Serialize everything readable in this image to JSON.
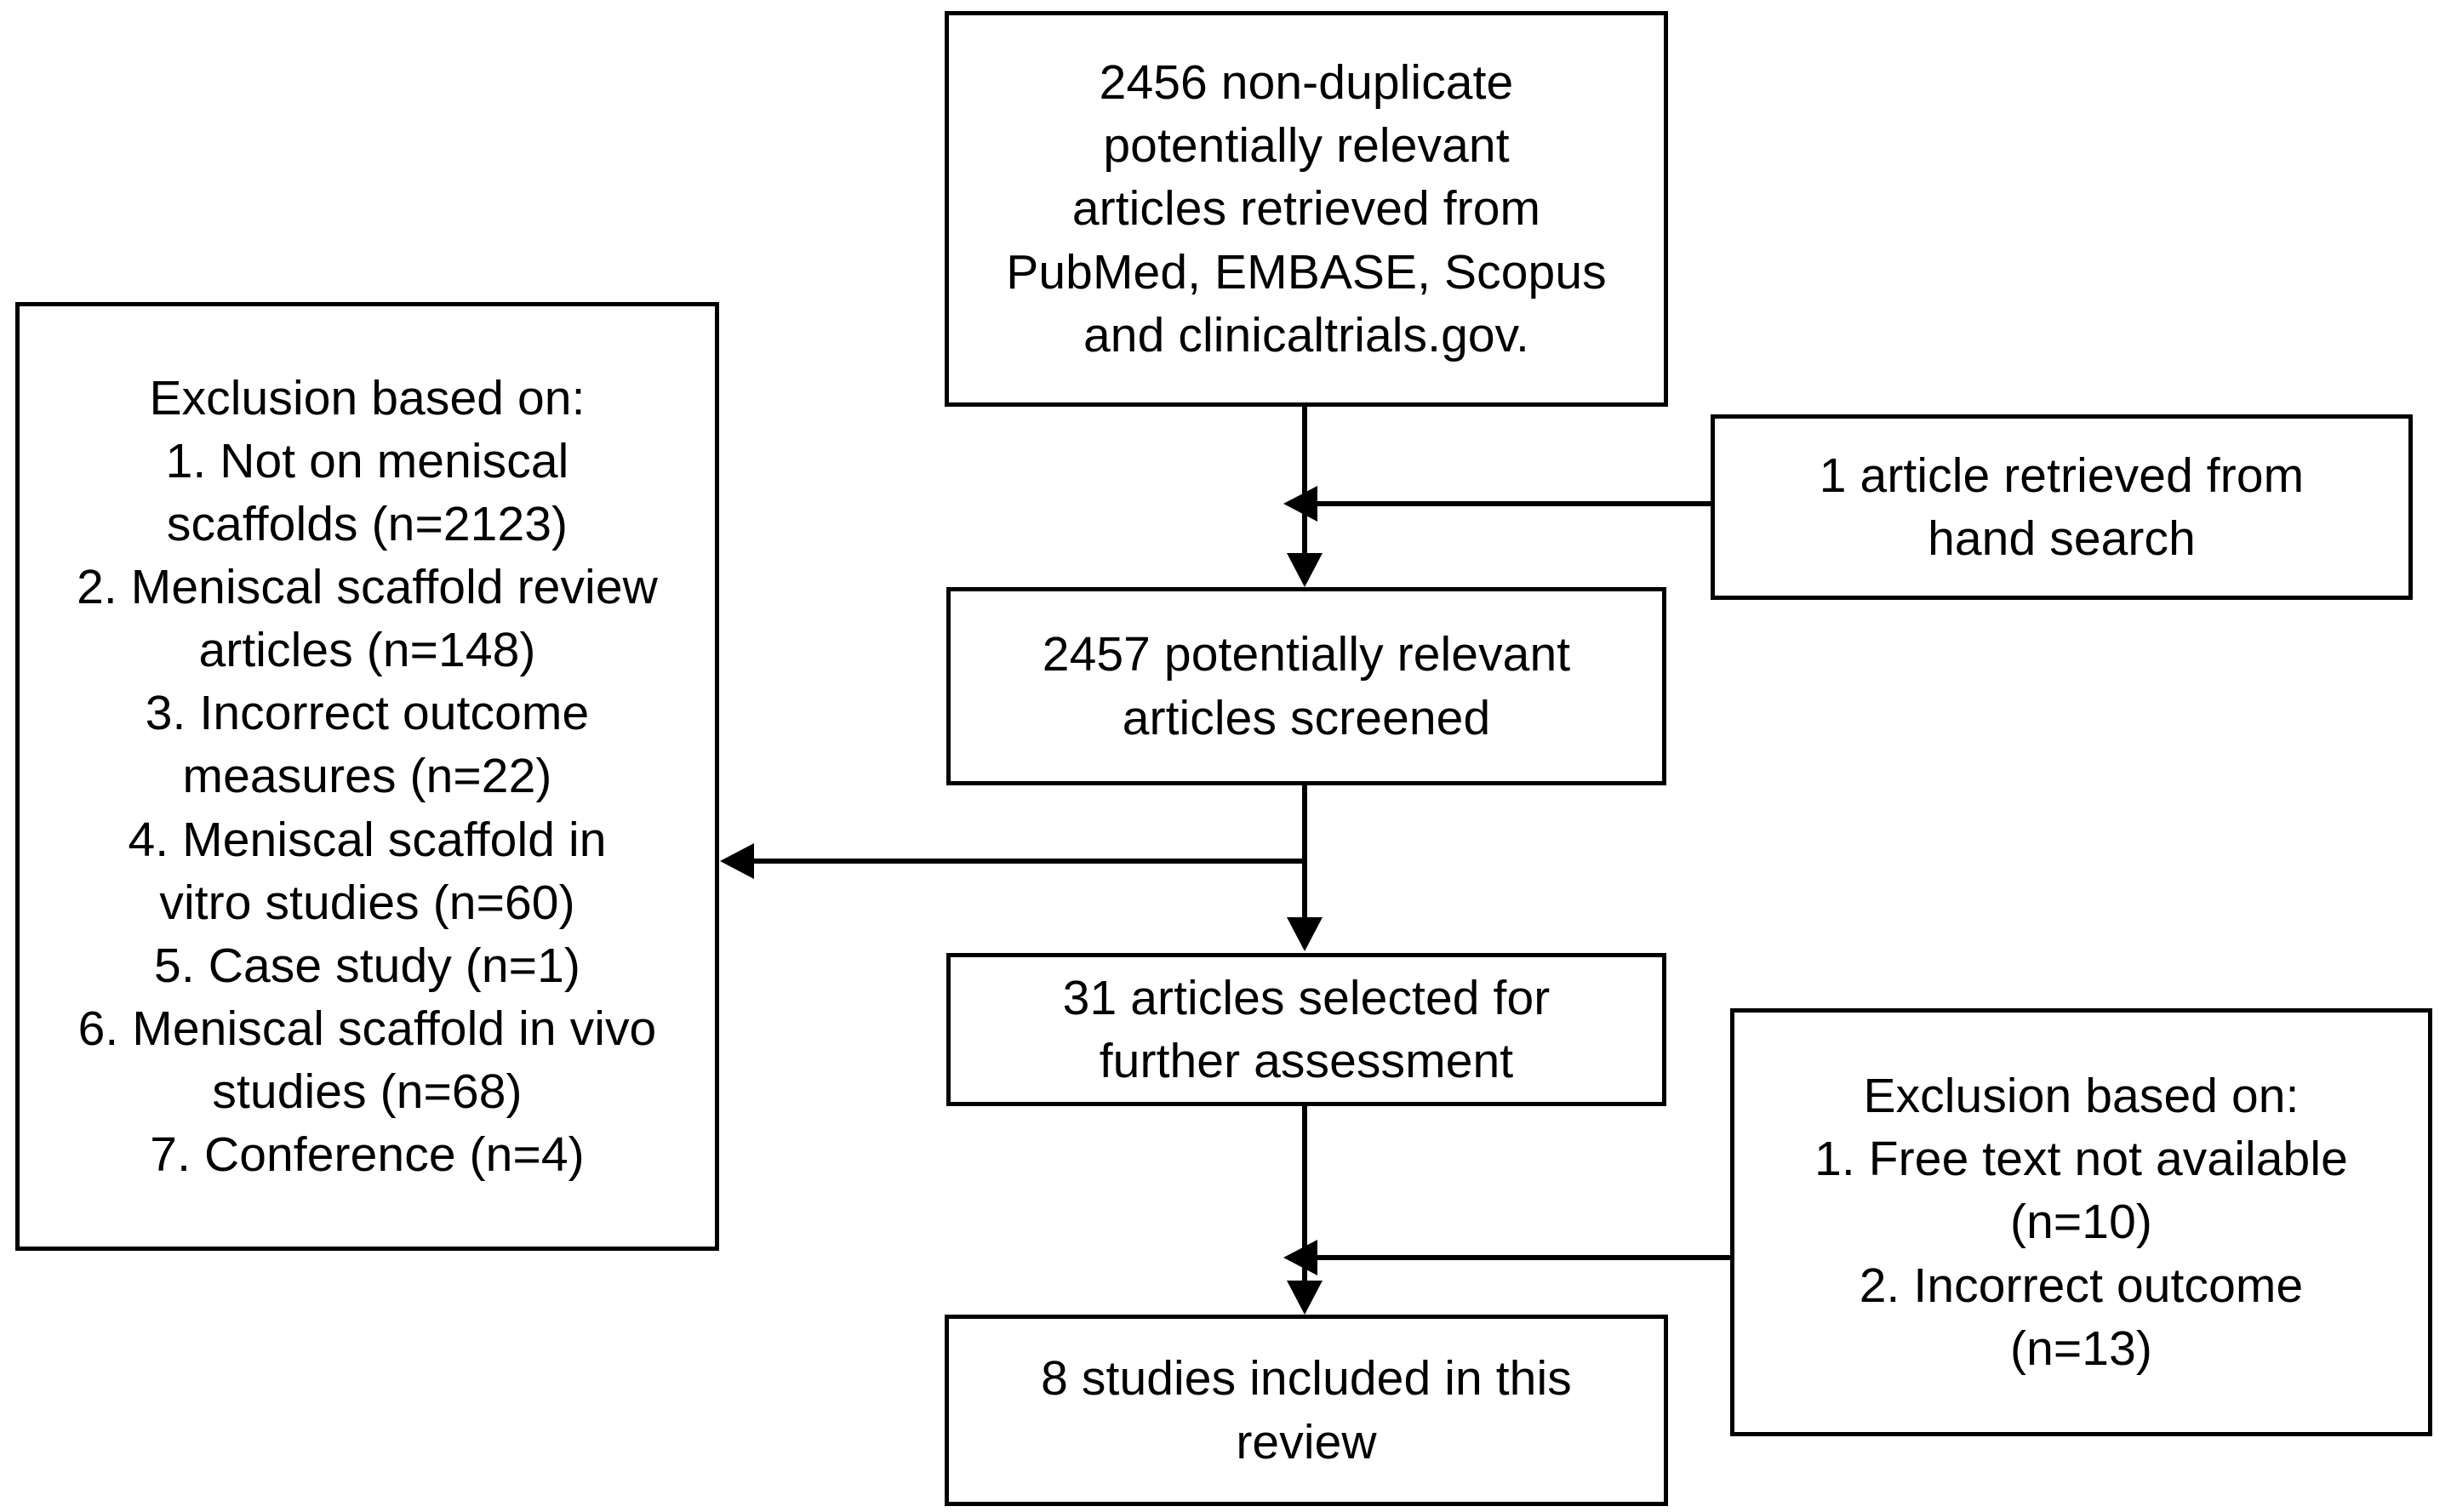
{
  "diagram": {
    "title": "PRISMA study selection flow diagram",
    "colors": {
      "stroke": "#000000",
      "background": "#ffffff",
      "text": "#000000"
    },
    "boxes": {
      "source": {
        "text": "2456 non-duplicate\npotentially relevant\narticles retrieved from\nPubMed, EMBASE, Scopus\nand clinicaltrials.gov.",
        "count": 2456
      },
      "hand_search": {
        "text": "1 article retrieved from\nhand search",
        "count": 1
      },
      "screened": {
        "text": "2457 potentially relevant\narticles screened",
        "count": 2457
      },
      "assessed": {
        "text": "31 articles selected for\nfurther assessment",
        "count": 31
      },
      "included": {
        "text": "8 studies included in this\nreview",
        "count": 8
      },
      "exclusion_screening": {
        "heading": "Exclusion based on:",
        "text": "Exclusion based on:\n1. Not on meniscal\nscaffolds (n=2123)\n2. Meniscal scaffold review\narticles (n=148)\n3. Incorrect outcome\nmeasures (n=22)\n4. Meniscal scaffold in\nvitro studies (n=60)\n5. Case study (n=1)\n6. Meniscal scaffold in vivo\nstudies (n=68)\n7. Conference (n=4)",
        "reasons": [
          {
            "number": "1.",
            "label": "Not on meniscal scaffolds",
            "n": 2123
          },
          {
            "number": "2.",
            "label": "Meniscal scaffold review articles",
            "n": 148
          },
          {
            "number": "3.",
            "label": "Incorrect outcome measures",
            "n": 22
          },
          {
            "number": "4.",
            "label": "Meniscal scaffold in vitro studies",
            "n": 60
          },
          {
            "number": "5.",
            "label": "Case study",
            "n": 1
          },
          {
            "number": "6.",
            "label": "Meniscal scaffold in vivo studies",
            "n": 68
          },
          {
            "number": "7.",
            "label": "Conference",
            "n": 4
          }
        ]
      },
      "exclusion_assessment": {
        "heading": "Exclusion based on:",
        "text": "Exclusion based on:\n1. Free text not available\n(n=10)\n2. Incorrect outcome\n(n=13)",
        "reasons": [
          {
            "number": "1.",
            "label": "Free text not available",
            "n": 10
          },
          {
            "number": "2.",
            "label": "Incorrect outcome",
            "n": 13
          }
        ]
      }
    },
    "connectors": {
      "source_to_screened": "arrow-down",
      "hand_search_to_spine": "arrow-left",
      "screened_to_assessed": "arrow-down",
      "spine_to_exclusion_screening": "arrow-left",
      "assessed_to_included": "arrow-down",
      "exclusion_assessment_to_spine": "arrow-left"
    }
  }
}
